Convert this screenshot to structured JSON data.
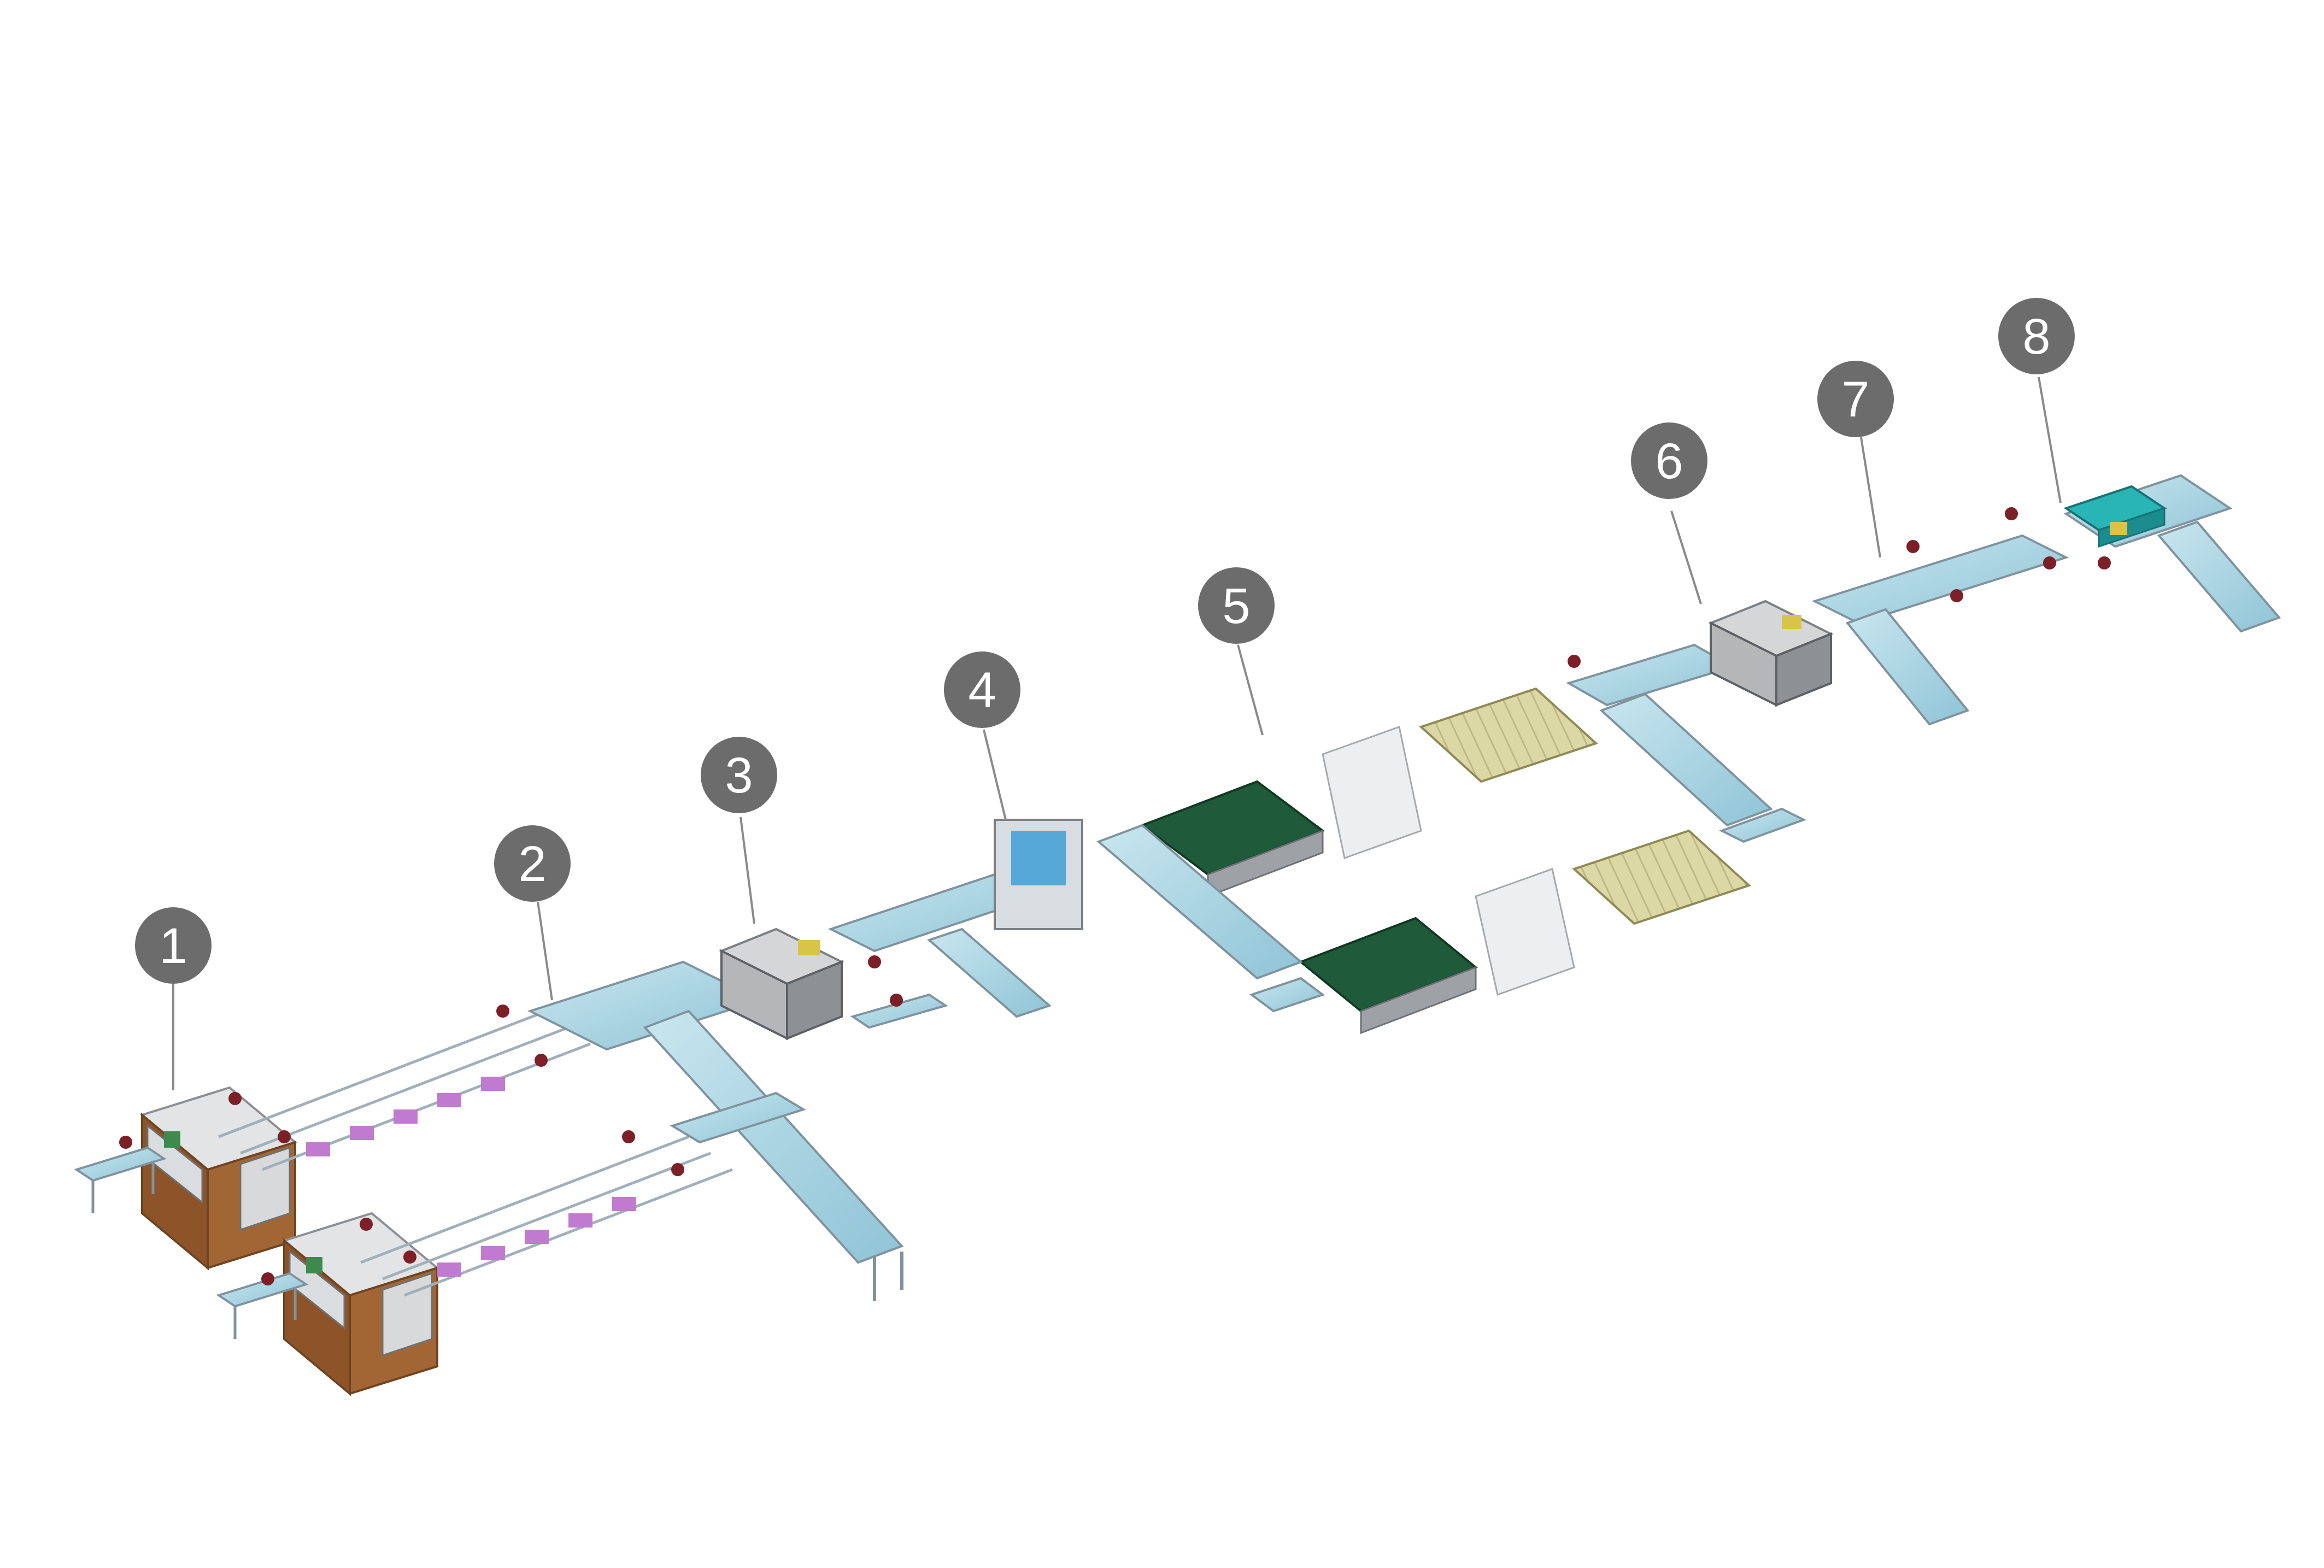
{
  "callouts": [
    {
      "id": "1",
      "label": "1"
    },
    {
      "id": "2",
      "label": "2"
    },
    {
      "id": "3",
      "label": "3"
    },
    {
      "id": "4",
      "label": "4"
    },
    {
      "id": "5",
      "label": "5"
    },
    {
      "id": "6",
      "label": "6"
    },
    {
      "id": "7",
      "label": "7"
    },
    {
      "id": "8",
      "label": "8"
    }
  ],
  "colors": {
    "background": "#ffffff",
    "callout_fill": "#6d6c6c",
    "callout_text": "#ffffff",
    "leader_line": "#8a8a8a",
    "conveyor_frame": "#9fb0bb",
    "conveyor_glass": "#a9d3e2",
    "machine_gray": "#b4b6b8",
    "laminator_green": "#1f5a3a",
    "fan_bed_yellow": "#d9d6a0",
    "tester_teal": "#29b4b6",
    "cabinet_brown": "#a26634",
    "worker_red": "#7d1f26",
    "magenta_tag": "#c07ad0"
  },
  "icons": [
    "worker-figure",
    "conveyor-segment",
    "processing-machine",
    "laminator-table",
    "cooling-table",
    "glass-loader",
    "test-station"
  ]
}
